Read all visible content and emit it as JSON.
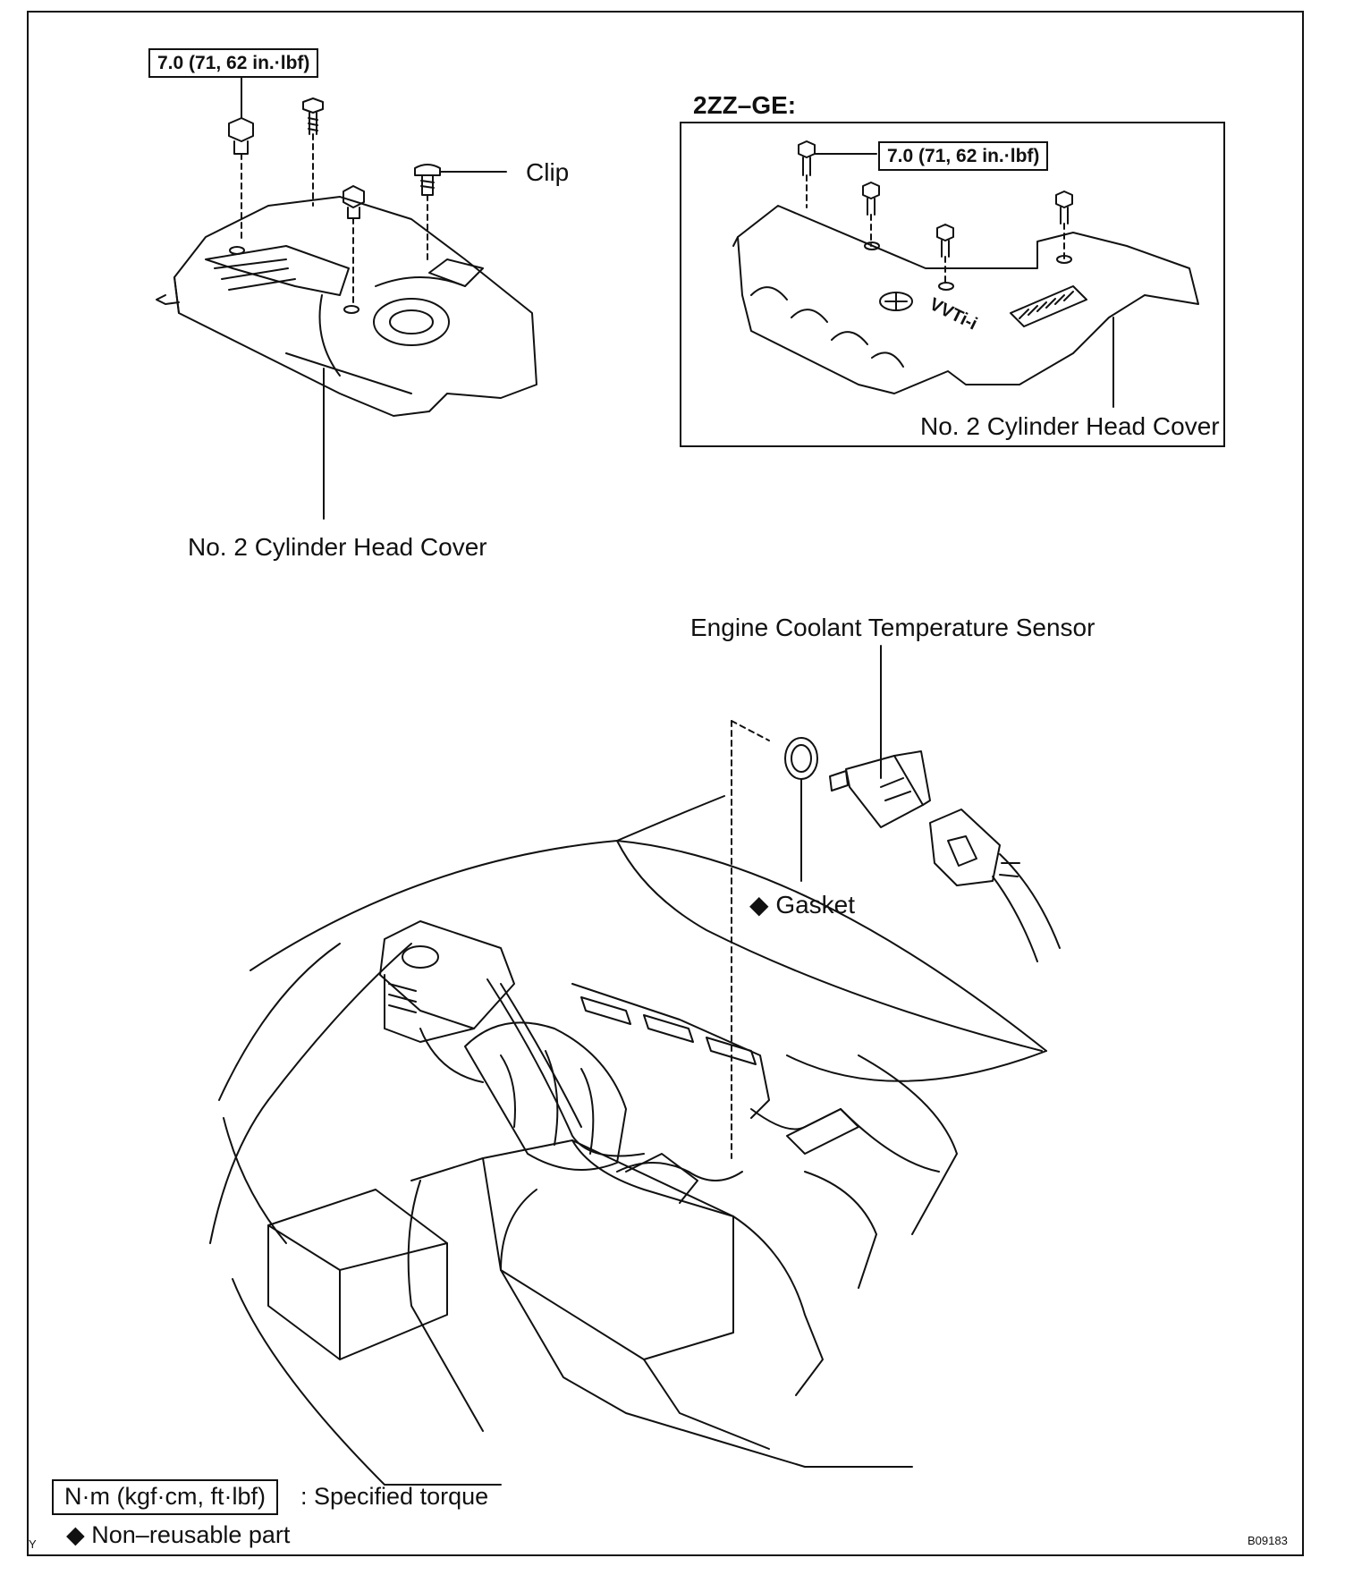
{
  "labels": {
    "torque_top_left": "7.0 (71, 62 in.·lbf)",
    "clip": "Clip",
    "cover_left": "No. 2 Cylinder Head Cover",
    "variant": "2ZZ–GE:",
    "torque_inset": "7.0 (71, 62 in.·lbf)",
    "cover_inset": "No. 2 Cylinder Head Cover",
    "sensor": "Engine Coolant Temperature Sensor",
    "gasket": "Gasket",
    "cover_brand": "VVTi-i"
  },
  "legend": {
    "torque_unit": "N·m (kgf·cm, ft·lbf)",
    "torque_desc": ": Specified torque",
    "nonreusable": "Non–reusable part"
  },
  "footer": {
    "corner_mark": "Y",
    "figure_code": "B09183"
  },
  "icons": {
    "nonreusable_symbol": "◆"
  }
}
